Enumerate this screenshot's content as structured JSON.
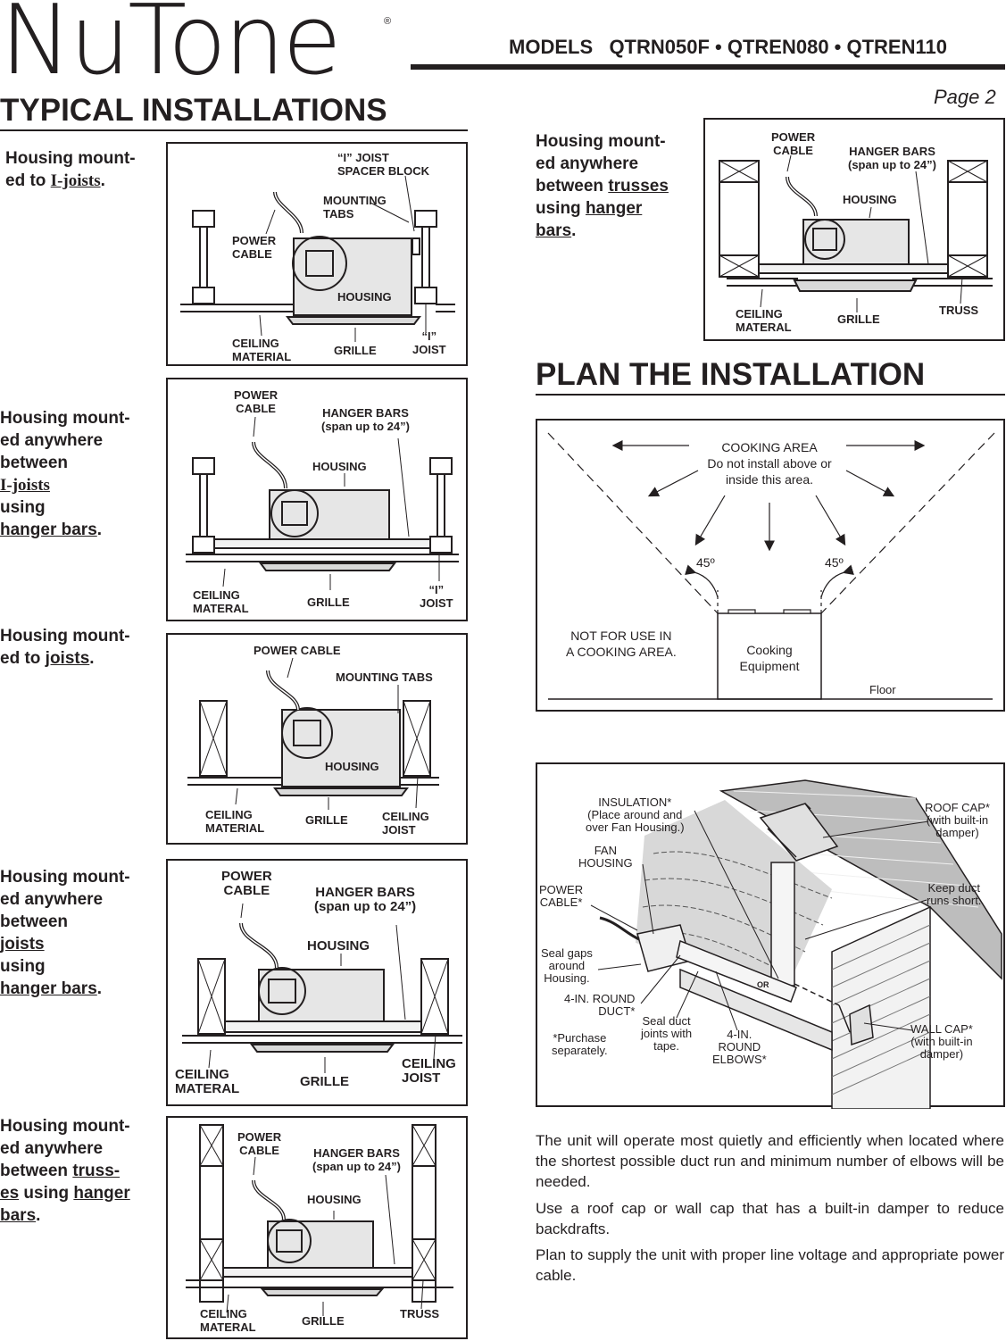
{
  "header": {
    "brand": "NuTone",
    "registered_mark": "®",
    "models_line": "MODELS   QTRN050F • QTREN080 • QTREN110",
    "page": "Page 2"
  },
  "typical": {
    "title": "TYPICAL INSTALLATIONS",
    "items": [
      {
        "caption": {
          "pre": "Housing mount-ed to ",
          "link": "I-joists",
          "post": "."
        },
        "labels": {
          "spacer": "“I” JOIST\nSPACER BLOCK",
          "tabs": "MOUNTING\nTABS",
          "power": "POWER\nCABLE",
          "housing": "HOUSING",
          "ceiling": "CEILING\nMATERIAL",
          "grille": "GRILLE",
          "joist": "“I”\nJOIST"
        }
      },
      {
        "caption": {
          "pre": "Housing mount-ed anywhere between ",
          "link1": "I-joists",
          "mid": "using ",
          "link2": "hanger bars",
          "post": "."
        },
        "labels": {
          "power": "POWER\nCABLE",
          "hanger": "HANGER BARS\n(span up to 24”)",
          "housing": "HOUSING",
          "ceiling": "CEILING\nMATERAL",
          "grille": "GRILLE",
          "joist": "“I”\nJOIST"
        }
      },
      {
        "caption": {
          "pre": "Housing mount-ed to ",
          "link": "joists",
          "post": "."
        },
        "labels": {
          "power": "POWER CABLE",
          "tabs": "MOUNTING TABS",
          "housing": "HOUSING",
          "ceiling": "CEILING\nMATERIAL",
          "grille": "GRILLE",
          "joist": "CEILING\nJOIST"
        }
      },
      {
        "caption": {
          "pre": "Housing mount-ed anywhere between ",
          "link1": "joists",
          "mid": "using ",
          "link2": "hanger bars",
          "post": "."
        },
        "labels": {
          "power": "POWER\nCABLE",
          "hanger": "HANGER BARS\n(span up to 24”)",
          "housing": "HOUSING",
          "ceiling": "CEILING\nMATERAL",
          "grille": "GRILLE",
          "joist": "CEILING\nJOIST"
        }
      },
      {
        "caption": {
          "pre": "Housing mount-ed anywhere between ",
          "link1": "truss-es",
          "mid": " using ",
          "link2": "hanger bars",
          "post": "."
        },
        "labels": {
          "power": "POWER\nCABLE",
          "hanger": "HANGER BARS\n(span up to 24”)",
          "housing": "HOUSING",
          "ceiling": "CEILING\nMATERAL",
          "grille": "GRILLE",
          "truss": "TRUSS"
        }
      }
    ],
    "top_right": {
      "caption": {
        "pre": "Housing mount-ed anywhere between ",
        "link1": "trusses",
        "mid": "using ",
        "link2": "hanger bars",
        "post": "."
      },
      "labels": {
        "power": "POWER\nCABLE",
        "hanger": "HANGER BARS\n(span up to 24”)",
        "housing": "HOUSING",
        "ceiling": "CEILING\nMATERAL",
        "grille": "GRILLE",
        "truss": "TRUSS"
      }
    }
  },
  "plan": {
    "title": "PLAN THE INSTALLATION",
    "cooking_area": "COOKING AREA\nDo not install above or\ninside this area.",
    "angle": "45º",
    "not_for_use": "NOT FOR USE IN\nA COOKING AREA.",
    "equipment": "Cooking\nEquipment",
    "floor": "Floor"
  },
  "venting": {
    "insulation": "INSULATION*\n(Place around and\nover Fan Housing.)",
    "fan_housing": "FAN\nHOUSING",
    "power_cable": "POWER\nCABLE*",
    "seal_gaps": "Seal gaps\naround\nHousing.",
    "round_duct": "4-IN. ROUND\nDUCT*",
    "seal_duct": "Seal duct\njoints with\ntape.",
    "elbows": "4-IN.\nROUND\nELBOWS*",
    "purchase": "*Purchase\nseparately.",
    "roof_cap": "ROOF CAP*\n(with built-in\ndamper)",
    "keep_short": "Keep duct\nruns short.",
    "wall_cap": "WALL CAP*\n(with built-in\ndamper)",
    "or": "OR"
  },
  "body": [
    "The unit will operate most quietly and efficiently when located where the shortest possible duct run and minimum number of elbows will be needed.",
    "Use a roof cap or wall cap that has a built-in damper to reduce backdrafts.",
    "Plan to supply the unit with proper line voltage and appropriate power cable."
  ]
}
